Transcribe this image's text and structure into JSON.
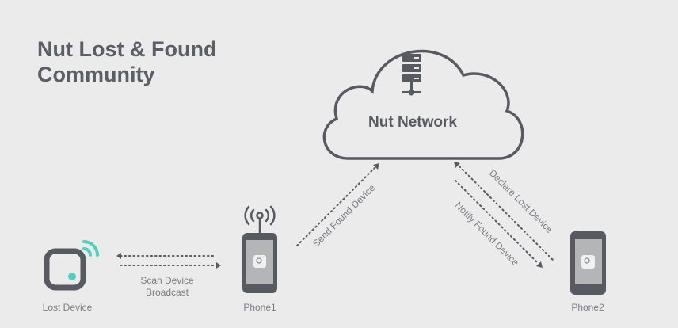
{
  "title_line1": "Nut Lost & Found",
  "title_line2": "Community",
  "network_label": "Nut Network",
  "lost_device_label": "Lost Device",
  "phone1_label": "Phone1",
  "phone2_label": "Phone2",
  "scan_label_line1": "Scan Device",
  "scan_label_line2": "Broadcast",
  "send_found_label": "Send Found Device",
  "declare_lost_label": "Declare Lost Device",
  "notify_found_label": "Notify Found Device",
  "colors": {
    "background": "#ebebeb",
    "dark": "#575a61",
    "accent": "#4fd1bd",
    "text": "#7a7d82"
  }
}
